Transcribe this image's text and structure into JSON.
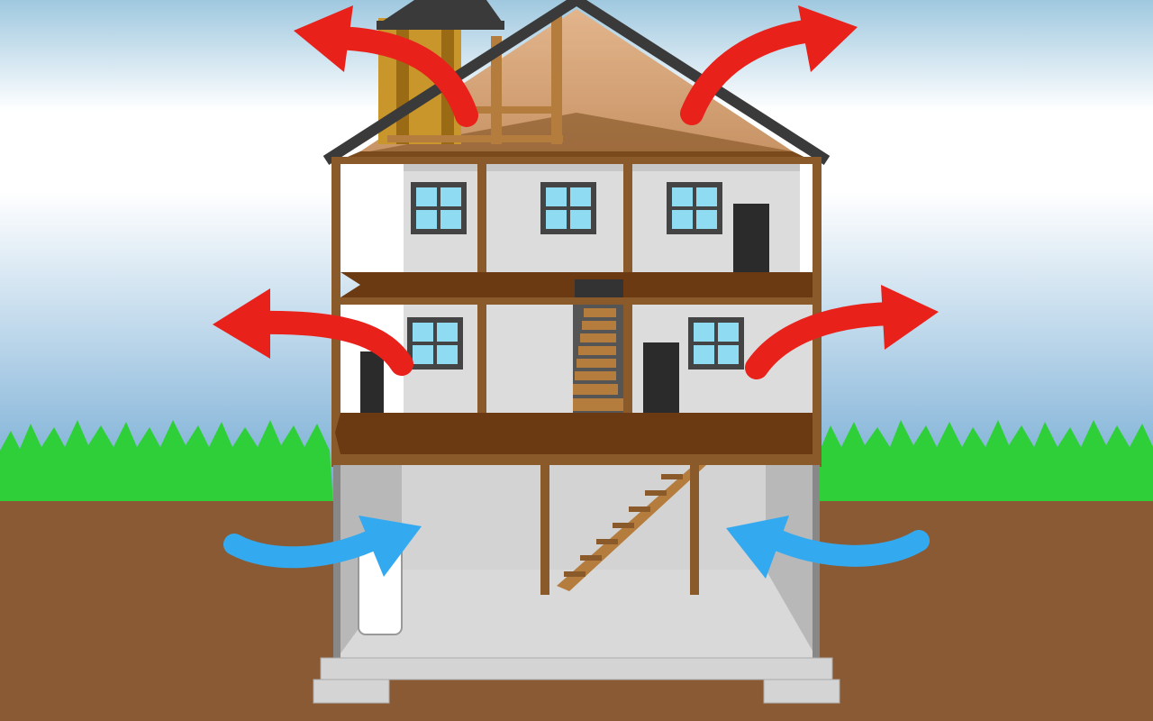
{
  "diagram": {
    "arrows": [
      {
        "id": "roof-left",
        "kind": "outflow",
        "color": "#e8211b"
      },
      {
        "id": "roof-right",
        "kind": "outflow",
        "color": "#e8211b"
      },
      {
        "id": "middle-left",
        "kind": "outflow",
        "color": "#e8211b"
      },
      {
        "id": "middle-right",
        "kind": "outflow",
        "color": "#e8211b"
      },
      {
        "id": "basement-left",
        "kind": "inflow",
        "color": "#33aaf0"
      },
      {
        "id": "basement-right",
        "kind": "inflow",
        "color": "#33aaf0"
      }
    ],
    "colors": {
      "sky_top": "#9ec6df",
      "sky_mid": "#ffffff",
      "sky_low": "#7fb3d8",
      "grass": "#2fcf3a",
      "soil": "#8a5a34",
      "roof": "#3a3a3a",
      "attic": "#d2a27a",
      "floor_wood": "#6b3a12",
      "wall": "#d9d9d9",
      "basement": "#cfcfcf",
      "window_glass": "#8fdcf2",
      "door": "#2b2b2b",
      "outflow_arrow": "#e8211b",
      "inflow_arrow": "#33aaf0"
    }
  }
}
